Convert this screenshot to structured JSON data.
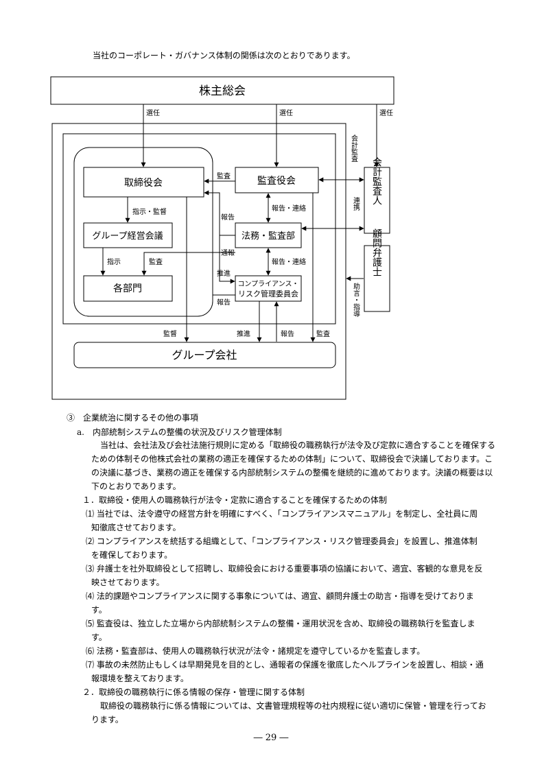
{
  "intro": "当社のコーポレート・ガバナンス体制の関係は次のとおりであります。",
  "diagram": {
    "shareholders": "株主総会",
    "board": "取締役会",
    "audit_board": "監査役会",
    "group_meeting": "グループ経営会議",
    "departments": "各部門",
    "legal_audit": "法務・監査部",
    "compliance_line1": "コンプライアンス・",
    "compliance_line2": "リスク管理委員会",
    "group_companies": "グループ会社",
    "accounting_auditor": "会計監査人",
    "lawyer": "顧問弁護士",
    "lbl_senin1": "選任",
    "lbl_senin2": "選任",
    "lbl_senin3": "選任",
    "lbl_kansa_board": "監査",
    "lbl_shiji_kantoku": "指示・監督",
    "lbl_hokoku_board": "報告",
    "lbl_hokoku_renkei1": "報告・連絡",
    "lbl_shiji": "指示",
    "lbl_kansa_dept": "監査",
    "lbl_tsuho": "通報",
    "lbl_hokoku_renkei2": "報告・連絡",
    "lbl_suishin1": "推進",
    "lbl_hokoku_comp": "報告",
    "lbl_kantoku": "監督",
    "lbl_suishin2": "推進",
    "lbl_hokoku_group": "報告",
    "lbl_kansa_group": "監査",
    "lbl_kaikei_kansa": "会計監査",
    "lbl_renkei": "連携",
    "lbl_jogen": "助言・指導"
  },
  "section": {
    "heading": "③　企業統治に関するその他の事項",
    "sub_a": "a.　内部統制システムの整備の状況及びリスク管理体制",
    "para1_l1": "当社は、会社法及び会社法施行規則に定める「取締役の職務執行が法令及び定款に適合することを確保する",
    "para1_l2": "ための体制その他株式会社の業務の適正を確保するための体制」について、取締役会で決議しております。こ",
    "para1_l3": "の決議に基づき、業務の適正を確保する内部統制システムの整備を継続的に進めております。決議の概要は以",
    "para1_l4": "下のとおりであります。",
    "item1_title": "１．取締役・使用人の職務執行が法令・定款に適合することを確保するための体制",
    "i1_l1": "⑴ 当社では、法令遵守の経営方針を明確にすべく、「コンプライアンスマニュアル」を制定し、全社員に周",
    "i1_l2": "知徹底させております。",
    "i2_l1": "⑵ コンプライアンスを統括する組織として、「コンプライアンス・リスク管理委員会」を設置し、推進体制",
    "i2_l2": "を確保しております。",
    "i3_l1": "⑶ 弁護士を社外取締役として招聘し、取締役会における重要事項の協議において、適宜、客観的な意見を反",
    "i3_l2": "映させております。",
    "i4_l1": "⑷ 法的課題やコンプライアンスに関する事象については、適宜、顧問弁護士の助言・指導を受けておりま",
    "i4_l2": "す。",
    "i5_l1": "⑸ 監査役は、独立した立場から内部統制システムの整備・運用状況を含め、取締役の職務執行を監査しま",
    "i5_l2": "す。",
    "i6_l1": "⑹ 法務・監査部は、使用人の職務執行状況が法令・諸規定を遵守しているかを監査します。",
    "i7_l1": "⑺ 事故の未然防止もしくは早期発見を目的とし、通報者の保護を徹底したヘルプラインを設置し、相談・通",
    "i7_l2": "報環境を整えております。",
    "item2_title": "２．取締役の職務執行に係る情報の保存・管理に関する体制",
    "item2_l1": "取締役の職務執行に係る情報については、文書管理規程等の社内規程に従い適切に保管・管理を行ってお",
    "item2_l2": "ります。"
  },
  "page_number": "― 29 ―"
}
